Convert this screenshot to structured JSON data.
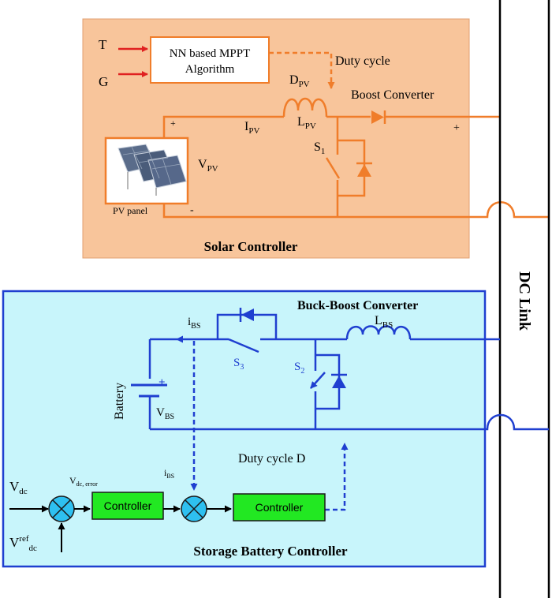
{
  "solar": {
    "title": "Solar Controller",
    "input_t": "T",
    "input_g": "G",
    "mppt_line1": "NN based  MPPT",
    "mppt_line2": "Algorithm",
    "duty_cycle": "Duty cycle",
    "inductor": {
      "main": "D",
      "sub": "PV"
    },
    "inductor2": {
      "main": "L",
      "sub": "PV"
    },
    "current": {
      "main": "I",
      "sub": "PV"
    },
    "voltage": {
      "main": "V",
      "sub": "PV"
    },
    "switch": {
      "main": "S",
      "sub": "1"
    },
    "converter": "Boost Converter",
    "panel_label": "PV panel",
    "plus_left": "+",
    "minus": "-",
    "plus_right": "+",
    "color": "#f07d2a",
    "background": "#f8c59b"
  },
  "dc_link": {
    "label": "DC Link"
  },
  "storage": {
    "title": "Storage Battery Controller",
    "converter": "Buck-Boost Converter",
    "current": {
      "main": "i",
      "sub": "BS"
    },
    "inductor": {
      "main": "L",
      "sub": "BS"
    },
    "switch3": {
      "main": "S",
      "sub": "3"
    },
    "switch2": {
      "main": "S",
      "sub": "2"
    },
    "battery_label": "Battery",
    "battery_voltage": {
      "main": "V",
      "sub": "BS"
    },
    "duty_cycle": "Duty cycle D",
    "vdc": {
      "main": "V",
      "sub": "dc"
    },
    "vdc_error": {
      "main": "V",
      "sub": "dc, error"
    },
    "ibs_label": {
      "main": "i",
      "sub": "BS"
    },
    "vref": {
      "main": "V",
      "sup": "ref",
      "sub": "dc"
    },
    "controller1": "Controller",
    "controller2": "Controller",
    "battery_plus": "+",
    "color": "#1f3fd0",
    "background": "#c8f5fb",
    "controller_color": "#22e822"
  }
}
